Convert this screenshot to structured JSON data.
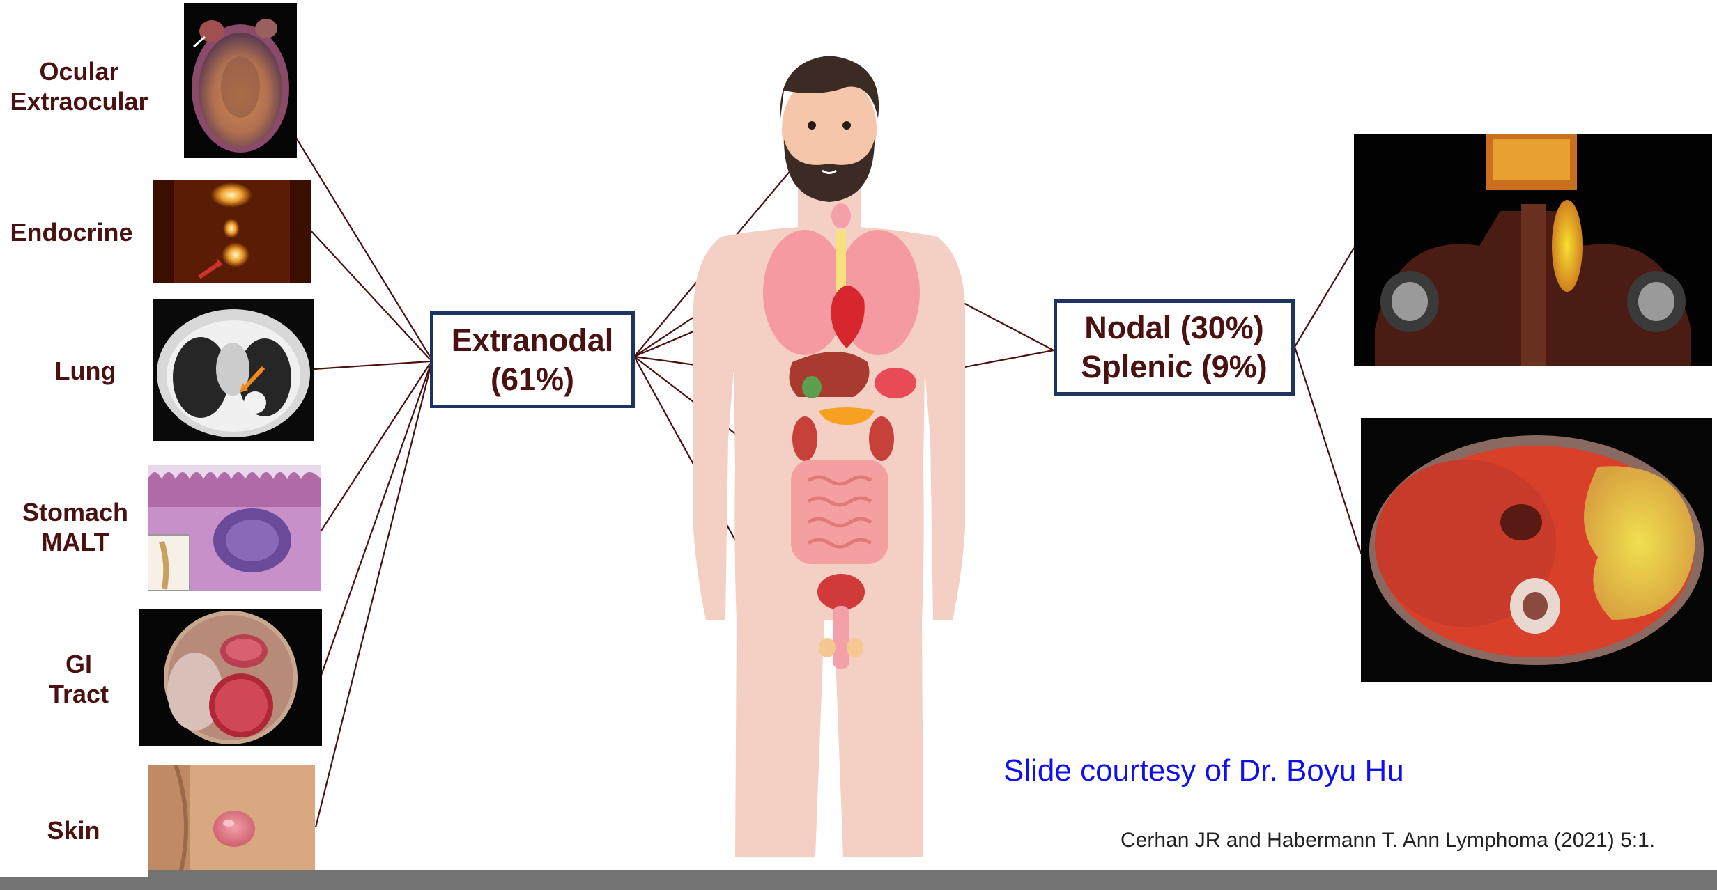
{
  "left_sites": [
    {
      "label_line1": "Ocular",
      "label_line2": "Extraocular"
    },
    {
      "label_line1": "Endocrine",
      "label_line2": ""
    },
    {
      "label_line1": "Lung",
      "label_line2": ""
    },
    {
      "label_line1": "Stomach",
      "label_line2": "MALT"
    },
    {
      "label_line1": "GI",
      "label_line2": "Tract"
    },
    {
      "label_line1": "Skin",
      "label_line2": ""
    }
  ],
  "boxes": {
    "extranodal": {
      "line1": "Extranodal",
      "line2": "(61%)"
    },
    "nodal": {
      "line1": "Nodal (30%)",
      "line2": "Splenic (9%)"
    }
  },
  "credit": "Slide courtesy of Dr. Boyu Hu",
  "citation": "Cerhan JR and Habermann T. Ann Lymphoma (2021) 5:1.",
  "colors": {
    "label_text": "#4a1111",
    "box_border": "#1d3461",
    "credit_text": "#1010ee",
    "connector": "#4a1111",
    "body_skin": "#f3d0c3",
    "footer_bar": "#737373"
  }
}
